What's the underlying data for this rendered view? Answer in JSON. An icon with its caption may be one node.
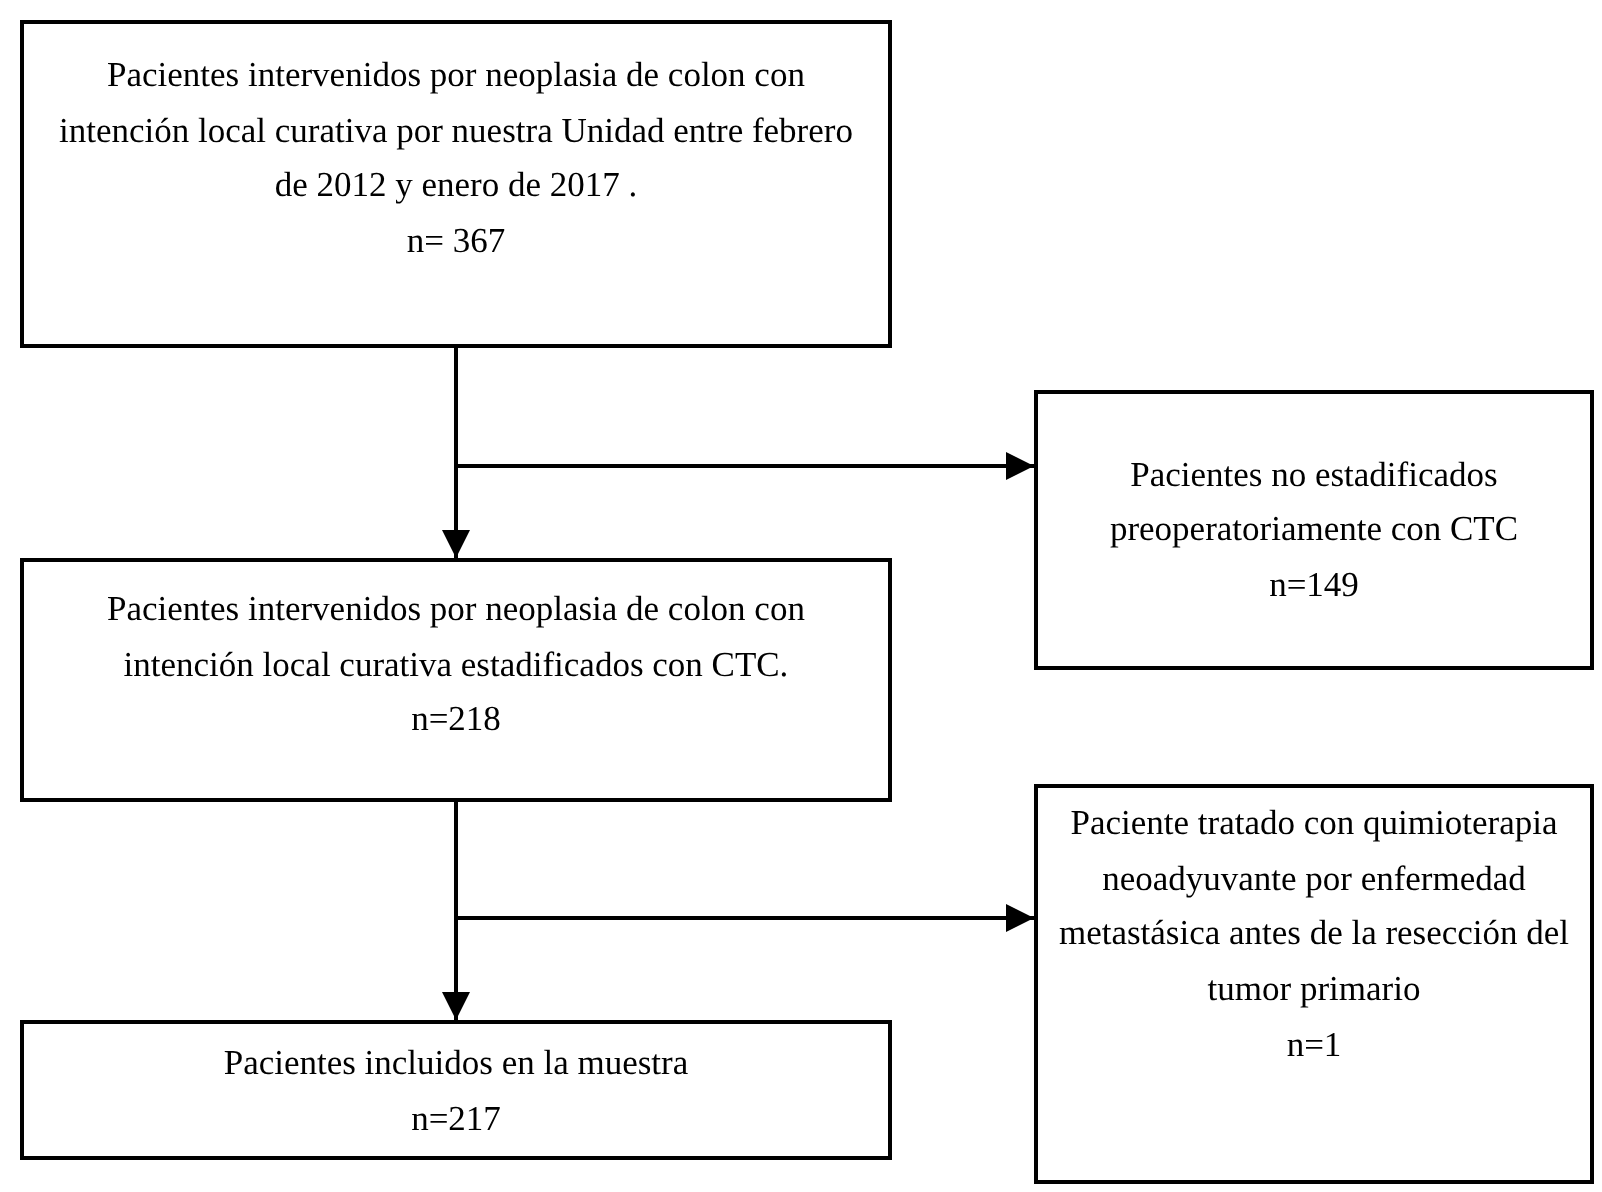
{
  "diagram": {
    "nodes": [
      {
        "text": [
          "Pacientes intervenidos por neoplasia de colon con intención local curativa por nuestra Unidad entre febrero de 2012 y enero de 2017 .",
          "n= 367"
        ]
      },
      {
        "text": [
          "Pacientes intervenidos por neoplasia de colon con intención local curativa estadificados con CTC.",
          "n=218"
        ]
      },
      {
        "text": [
          "Pacientes no estadificados preoperatoriamente con CTC",
          "n=149"
        ]
      },
      {
        "text": [
          "Paciente tratado con quimioterapia neoadyuvante por enfermedad metastásica antes de la resección del tumor primario",
          "n=1"
        ]
      },
      {
        "text": [
          "Pacientes incluidos en la muestra",
          "n=217"
        ]
      }
    ],
    "edges": [
      {
        "from": 0,
        "to": 1,
        "arrow": "to"
      },
      {
        "from": 0,
        "to": 2,
        "arrow": "to"
      },
      {
        "from": 1,
        "to": 4,
        "arrow": "to"
      },
      {
        "from": 1,
        "to": 3,
        "arrow": "to"
      }
    ]
  }
}
